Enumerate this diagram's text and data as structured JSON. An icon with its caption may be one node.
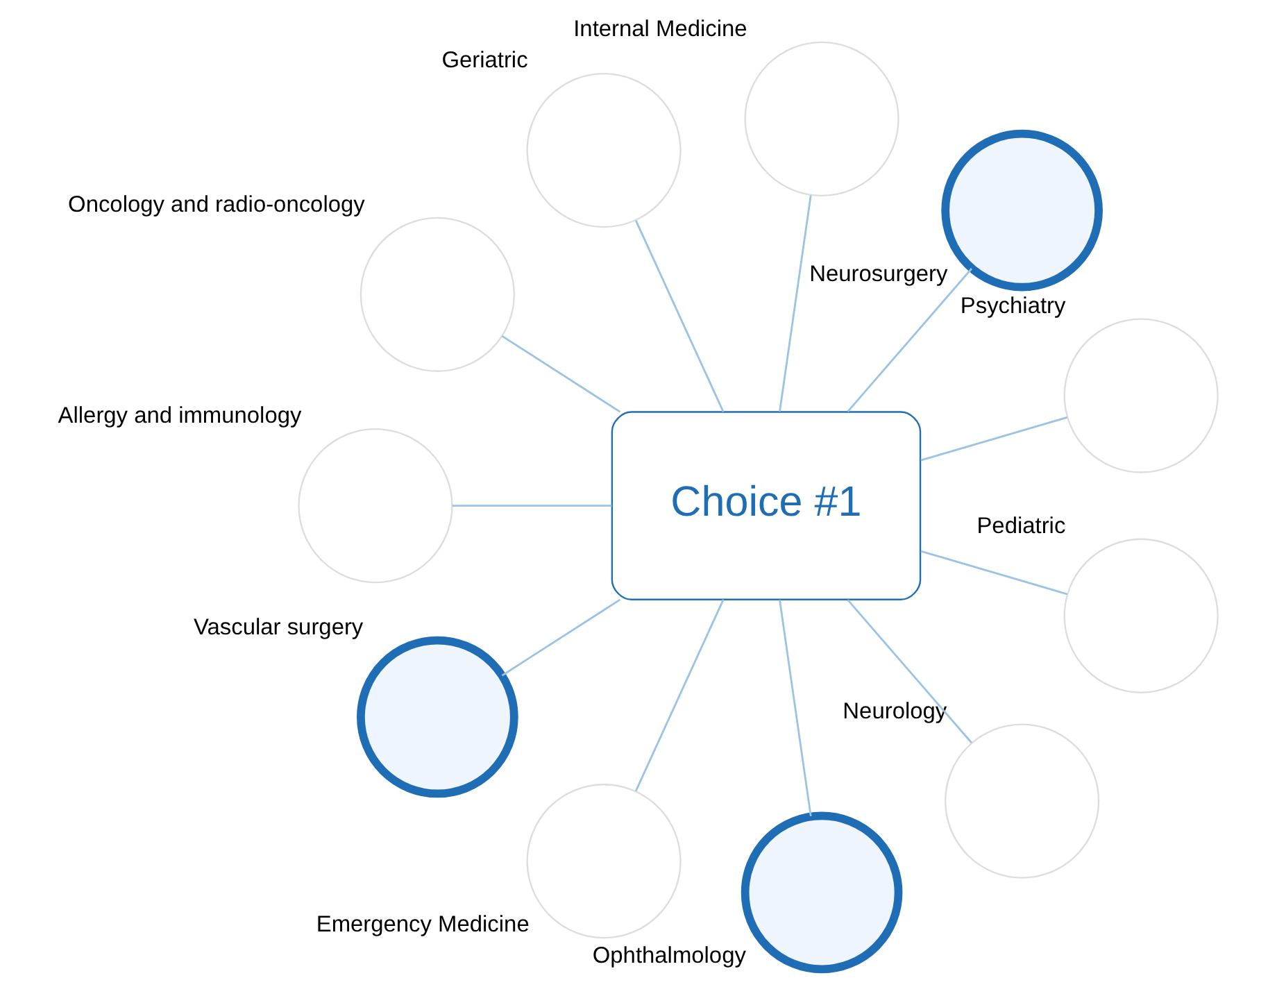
{
  "diagram": {
    "nodes": [
      {
        "text": [
          "Choice #1"
        ]
      },
      {
        "text": [],
        "shape": "circle",
        "beside": [
          "Psychiatry"
        ]
      },
      {
        "text": [],
        "shape": "circle",
        "beside": [
          "Neurosurgery"
        ]
      },
      {
        "text": [],
        "shape": "circle",
        "beside": [
          "Internal Medicine"
        ]
      },
      {
        "text": [],
        "shape": "circle",
        "beside": [
          "Geriatric"
        ]
      },
      {
        "text": [],
        "shape": "circle",
        "beside": [
          "Oncology and radio-oncology"
        ]
      },
      {
        "text": [],
        "shape": "circle",
        "beside": [
          "Allergy and immunology"
        ]
      },
      {
        "text": [],
        "shape": "circle",
        "beside": [
          "Vascular surgery"
        ]
      },
      {
        "text": [],
        "shape": "circle",
        "beside": [
          "Emergency Medicine"
        ]
      },
      {
        "text": [],
        "shape": "circle",
        "beside": [
          "Ophthalmology"
        ]
      },
      {
        "text": [],
        "shape": "circle",
        "beside": [
          "Neurology"
        ]
      },
      {
        "text": [],
        "shape": "circle",
        "beside": [
          "Pediatric"
        ]
      }
    ],
    "edges": [
      {
        "from": 0,
        "to": 1,
        "arrow": "none"
      },
      {
        "from": 0,
        "to": 2,
        "arrow": "none"
      },
      {
        "from": 0,
        "to": 3,
        "arrow": "none"
      },
      {
        "from": 0,
        "to": 4,
        "arrow": "none"
      },
      {
        "from": 0,
        "to": 5,
        "arrow": "none"
      },
      {
        "from": 0,
        "to": 6,
        "arrow": "none"
      },
      {
        "from": 0,
        "to": 7,
        "arrow": "none"
      },
      {
        "from": 0,
        "to": 8,
        "arrow": "none"
      },
      {
        "from": 0,
        "to": 9,
        "arrow": "none"
      },
      {
        "from": 0,
        "to": 10,
        "arrow": "none"
      },
      {
        "from": 0,
        "to": 11,
        "arrow": "none"
      }
    ]
  }
}
